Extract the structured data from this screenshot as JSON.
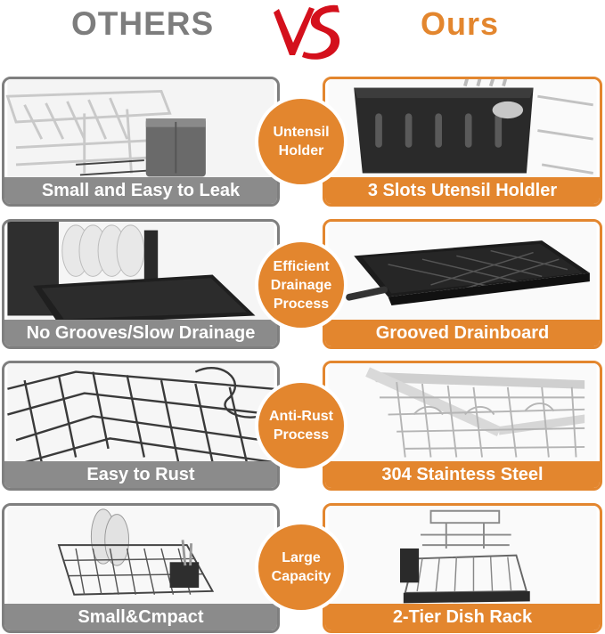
{
  "header": {
    "others": "OTHERS",
    "vs": "VS",
    "ours": "Ours"
  },
  "rows": [
    {
      "left_caption": "Small and Easy to Leak",
      "badge": "Untensil\nHolder",
      "right_caption": "3 Slots Utensil Holdler"
    },
    {
      "left_caption": "No Grooves/Slow Drainage",
      "badge": "Efficient\nDrainage\nProcess",
      "right_caption": "Grooved Drainboard"
    },
    {
      "left_caption": "Easy to Rust",
      "badge": "Anti-Rust\nProcess",
      "right_caption": "304 Staintess Steel"
    },
    {
      "left_caption": "Small&Cmpact",
      "badge": "Large\nCapacity",
      "right_caption": "2-Tier Dish Rack"
    }
  ],
  "colors": {
    "accent": "#e3862e",
    "gray": "#8b8b8b",
    "vs": "#d4101c"
  }
}
